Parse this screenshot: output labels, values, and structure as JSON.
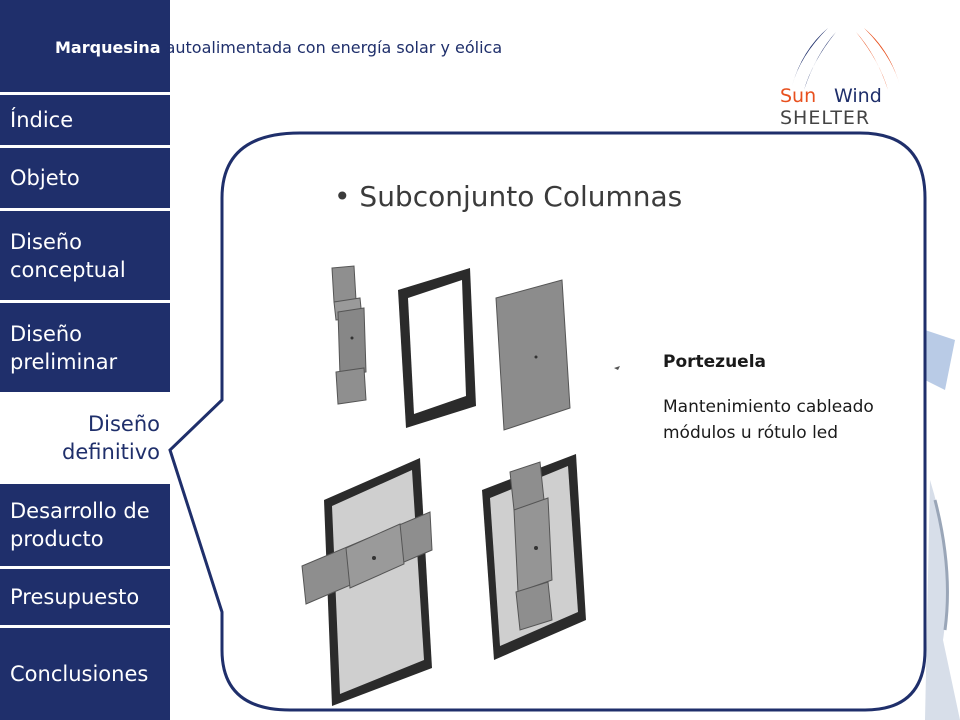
{
  "header": {
    "title_first": "Marquesina",
    "title_rest": " autoalimentada con energía solar y eólica"
  },
  "logo": {
    "line1_a": "Sun",
    "line1_b": "Wind",
    "line2": "SHELTER",
    "colors": {
      "sun": "#e8501e",
      "wind": "#1f2f6b",
      "shelter": "#444444"
    }
  },
  "sidebar": {
    "items": [
      {
        "label_1": "Índice",
        "label_2": ""
      },
      {
        "label_1": "Objeto",
        "label_2": ""
      },
      {
        "label_1": "Diseño",
        "label_2": "conceptual"
      },
      {
        "label_1": "Diseño",
        "label_2": "preliminar"
      },
      {
        "label_1": "Diseño",
        "label_2": "definitivo"
      },
      {
        "label_1": "Desarrollo de",
        "label_2": "producto"
      },
      {
        "label_1": "Presupuesto",
        "label_2": ""
      },
      {
        "label_1": "Conclusiones",
        "label_2": ""
      }
    ],
    "active_index": 4,
    "colors": {
      "nav_bg": "#1f2f6b",
      "nav_text": "#ffffff"
    }
  },
  "slide": {
    "heading": "• Subconjunto Columnas",
    "part_title": "Portezuela",
    "part_description": "Mantenimiento cableado módulos u rótulo led"
  }
}
